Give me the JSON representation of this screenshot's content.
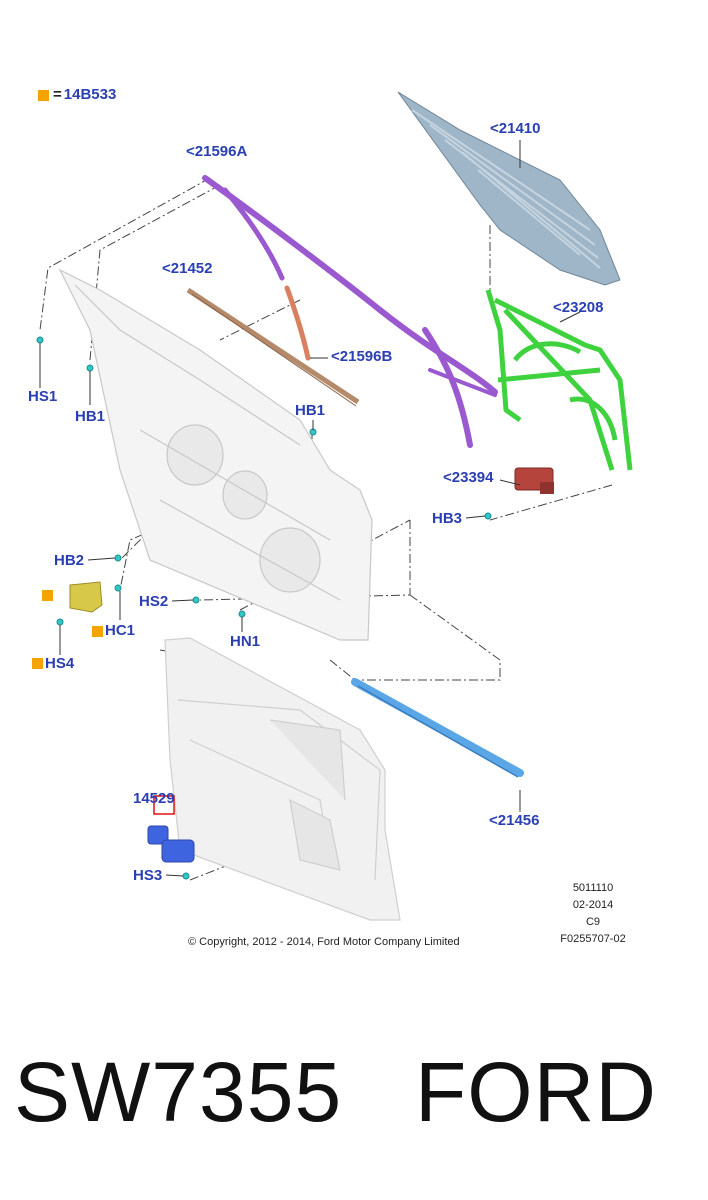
{
  "legend": {
    "symbol": "=",
    "code": "14B533",
    "marker_color": "#f4a300"
  },
  "parts": {
    "p21410": "<21410",
    "p21596a": "<21596A",
    "p21452": "<21452",
    "p21596b": "<21596B",
    "p23208": "<23208",
    "p23394": "<23394",
    "p21456": "<21456",
    "p14529": "14529"
  },
  "fasteners": {
    "hs1": "HS1",
    "hb1_left": "HB1",
    "hb1_right": "HB1",
    "hb3": "HB3",
    "hb2": "HB2",
    "hs2": "HS2",
    "hc1": "HC1",
    "hs4": "HS4",
    "hn1": "HN1",
    "hs3": "HS3"
  },
  "meta": {
    "line1": "5011110",
    "line2": "02-2014",
    "line3": "C9",
    "line4": "F0255707-02"
  },
  "copyright": "© Copyright, 2012 - 2014, Ford Motor Company Limited",
  "caption": {
    "code": "SW7355",
    "brand": "FORD"
  },
  "colors": {
    "label": "#2b3fb5",
    "glass": "#9fb6c9",
    "run_channel": "#9b59d0",
    "belt_seal": "#b58a6a",
    "regulator": "#3fd23f",
    "motor": "#b5443c",
    "weatherstrip": "#5aa6e6",
    "switch": "#3f64e0",
    "module": "#d8c84a",
    "clip": "#33c6c6"
  }
}
